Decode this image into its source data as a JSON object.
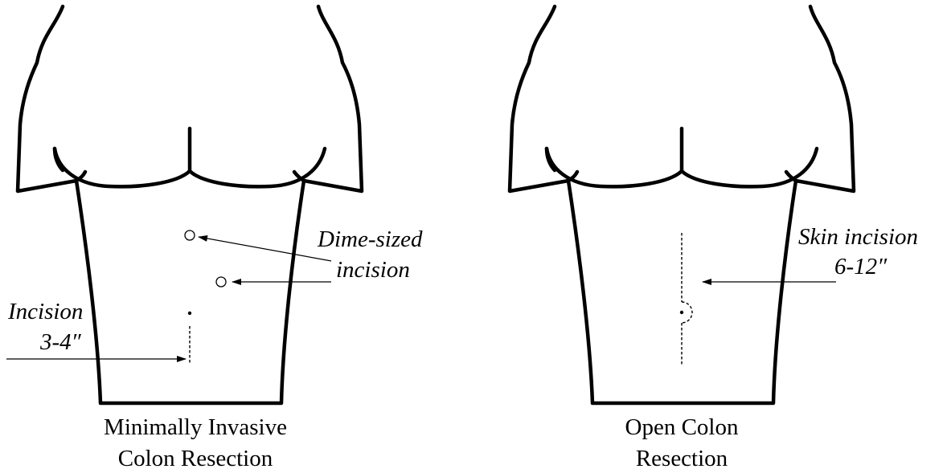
{
  "left_figure": {
    "caption_line1": "Minimally Invasive",
    "caption_line2": "Colon Resection",
    "dime_label_line1": "Dime-sized",
    "dime_label_line2": "incision",
    "incision_label_line1": "Incision",
    "incision_label_line2": "3-4″"
  },
  "right_figure": {
    "caption_line1": "Open Colon",
    "caption_line2": "Resection",
    "skin_label_line1": "Skin incision",
    "skin_label_line2": "6-12″"
  }
}
